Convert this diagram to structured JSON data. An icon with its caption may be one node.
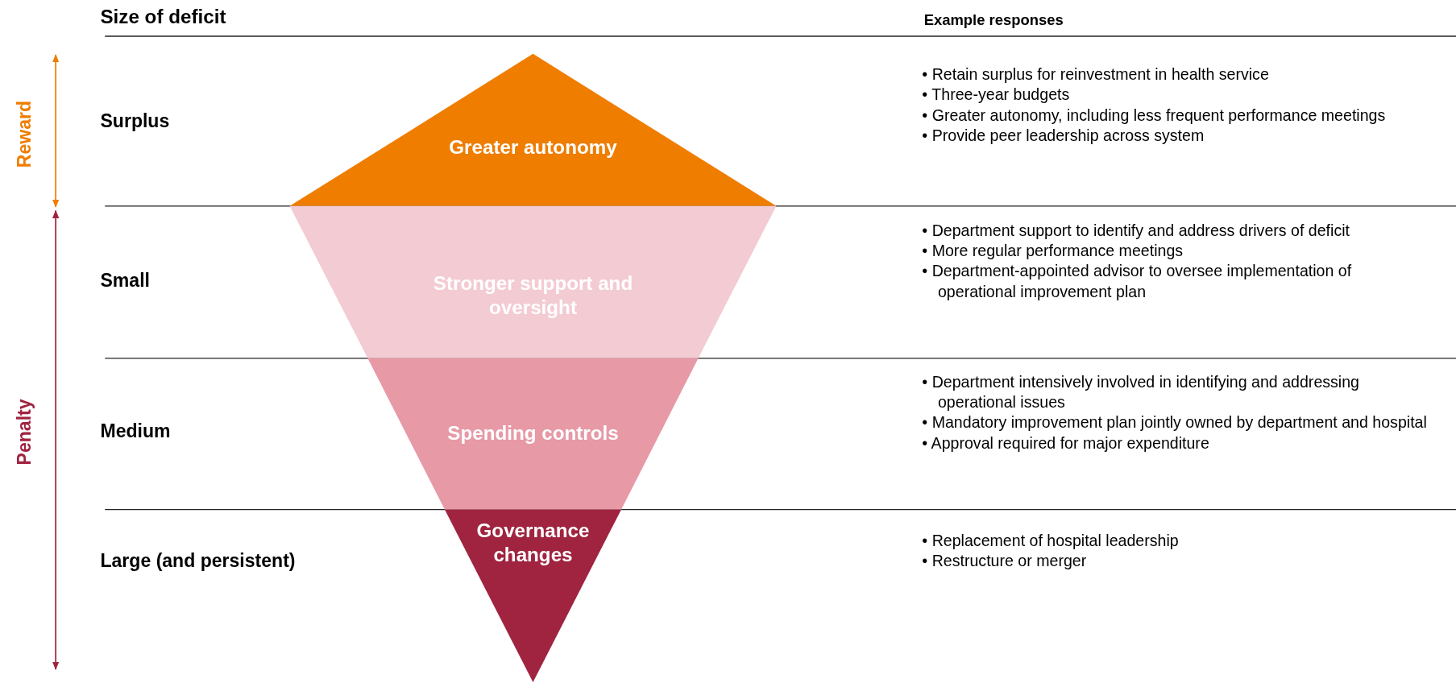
{
  "diagram": {
    "nodes": [
      {
        "text": [
          "Greater autonomy"
        ]
      },
      {
        "text": [
          "Stronger support and oversight"
        ]
      },
      {
        "text": [
          "Spending controls"
        ]
      },
      {
        "text": [
          "Governance changes"
        ]
      }
    ],
    "labels": [
      "Size of deficit",
      "Example responses",
      "Reward",
      "Surplus",
      "• Retain surplus for reinvestment in health service",
      "• Three-year budgets",
      "• Greater autonomy, including less frequent performance meetings",
      "• Provide peer leadership across system",
      "Penalty",
      "Small",
      "• Department support to identify and address drivers of deficit",
      "• More regular performance meetings",
      "• Department-appointed advisor to oversee implementation of operational improvement plan",
      "Medium",
      "• Department intensively involved in identifying and addressing operational issues",
      "• Mandatory improvement plan jointly owned by department and hospital",
      "• Approval required for major expenditure",
      "Large (and persistent)",
      "• Replacement of hospital leadership",
      "• Restructure or merger"
    ]
  }
}
